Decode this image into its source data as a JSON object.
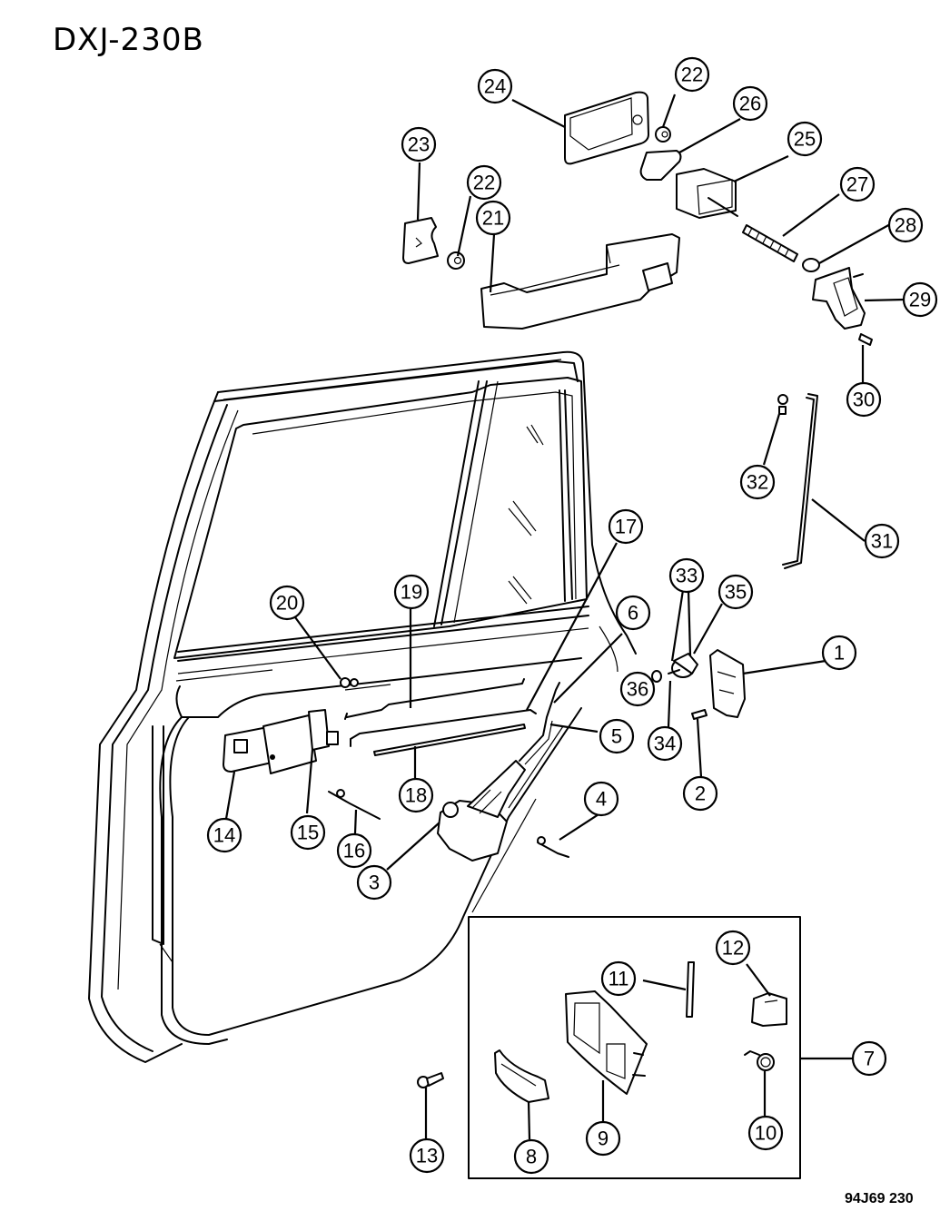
{
  "diagram": {
    "title": "DXJ-230B",
    "figure_code": "94J69  230",
    "line_color": "#000000",
    "background": "#ffffff"
  },
  "callouts": [
    {
      "id": "c1",
      "label": "1"
    },
    {
      "id": "c2",
      "label": "2"
    },
    {
      "id": "c3",
      "label": "3"
    },
    {
      "id": "c4",
      "label": "4"
    },
    {
      "id": "c5",
      "label": "5"
    },
    {
      "id": "c6",
      "label": "6"
    },
    {
      "id": "c7",
      "label": "7"
    },
    {
      "id": "c8",
      "label": "8"
    },
    {
      "id": "c9",
      "label": "9"
    },
    {
      "id": "c10",
      "label": "10"
    },
    {
      "id": "c11",
      "label": "11"
    },
    {
      "id": "c12",
      "label": "12"
    },
    {
      "id": "c13",
      "label": "13"
    },
    {
      "id": "c14",
      "label": "14"
    },
    {
      "id": "c15",
      "label": "15"
    },
    {
      "id": "c16",
      "label": "16"
    },
    {
      "id": "c17",
      "label": "17"
    },
    {
      "id": "c18",
      "label": "18"
    },
    {
      "id": "c19",
      "label": "19"
    },
    {
      "id": "c20",
      "label": "20"
    },
    {
      "id": "c21",
      "label": "21"
    },
    {
      "id": "c22a",
      "label": "22"
    },
    {
      "id": "c22b",
      "label": "22"
    },
    {
      "id": "c23",
      "label": "23"
    },
    {
      "id": "c24",
      "label": "24"
    },
    {
      "id": "c25",
      "label": "25"
    },
    {
      "id": "c26",
      "label": "26"
    },
    {
      "id": "c27",
      "label": "27"
    },
    {
      "id": "c28",
      "label": "28"
    },
    {
      "id": "c29",
      "label": "29"
    },
    {
      "id": "c30",
      "label": "30"
    },
    {
      "id": "c31",
      "label": "31"
    },
    {
      "id": "c32",
      "label": "32"
    },
    {
      "id": "c33",
      "label": "33"
    },
    {
      "id": "c34",
      "label": "34"
    },
    {
      "id": "c35",
      "label": "35"
    },
    {
      "id": "c36",
      "label": "36"
    }
  ]
}
